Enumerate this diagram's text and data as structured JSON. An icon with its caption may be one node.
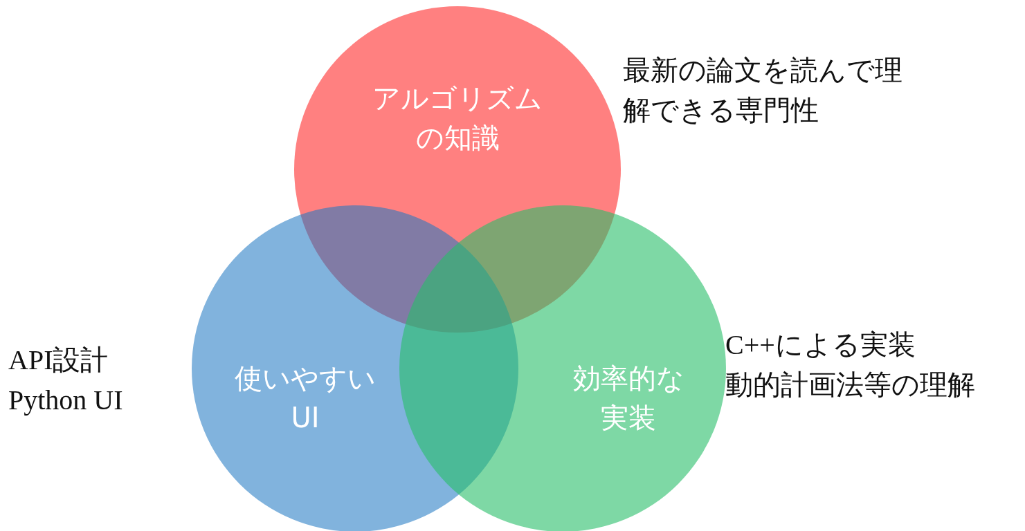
{
  "diagram": {
    "nodes": [
      {
        "text": [
          "アルゴリズムの知識"
        ],
        "beside": [
          "最新の論文を読んで理解できる専門性"
        ]
      },
      {
        "text": [
          "使いやすいUI"
        ],
        "beside": [
          "API設計",
          "Python UI"
        ]
      },
      {
        "text": [
          "効率的な実装"
        ],
        "beside": [
          "C++による実装",
          "動的計画法等の理解"
        ]
      }
    ]
  }
}
